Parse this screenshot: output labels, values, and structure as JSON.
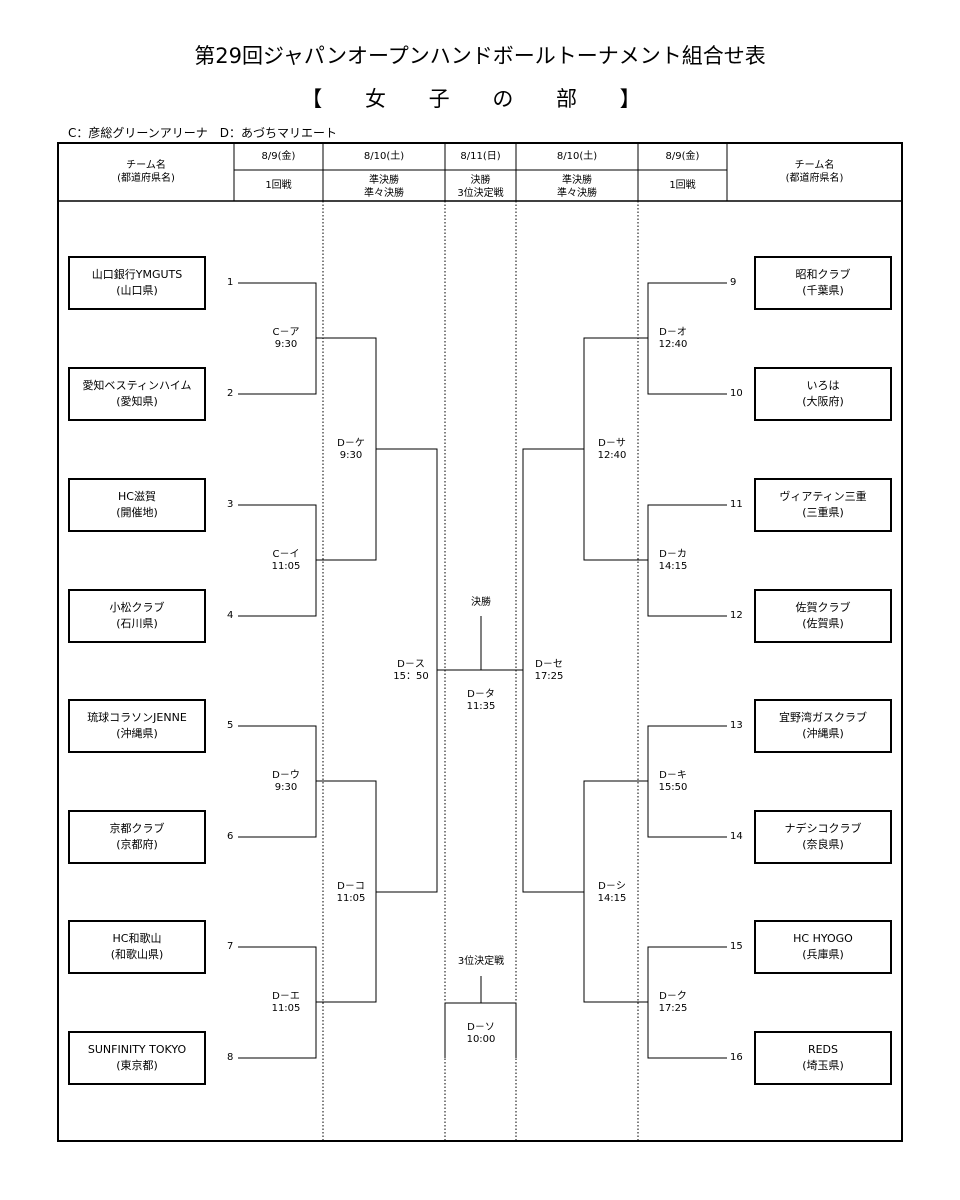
{
  "header": {
    "title": "第29回ジャパンオープンハンドボールトーナメント組合せ表",
    "subtitle": "【 女 子 の 部 】",
    "venues": "C：彦総グリーンアリーナ　D：あづちマリエート"
  },
  "columns": {
    "team_label": "チーム名",
    "pref_label": "(都道府県名)",
    "r1_date": "8/9(金)",
    "r1_name": "1回戦",
    "qf_date": "8/10(土)",
    "qf_name1": "準決勝",
    "qf_name2": "準々決勝",
    "final_date": "8/11(日)",
    "final_name1": "決勝",
    "final_name2": "3位決定戦"
  },
  "left_teams": [
    {
      "seed": "1",
      "name": "山口銀行YMGUTS",
      "pref": "(山口県)"
    },
    {
      "seed": "2",
      "name": "愛知ベスティンハイム",
      "pref": "(愛知県)"
    },
    {
      "seed": "3",
      "name": "HC滋賀",
      "pref": "(開催地)"
    },
    {
      "seed": "4",
      "name": "小松クラブ",
      "pref": "(石川県)"
    },
    {
      "seed": "5",
      "name": "琉球コラソンJENNE",
      "pref": "(沖縄県)"
    },
    {
      "seed": "6",
      "name": "京都クラブ",
      "pref": "(京都府)"
    },
    {
      "seed": "7",
      "name": "HC和歌山",
      "pref": "(和歌山県)"
    },
    {
      "seed": "8",
      "name": "SUNFINITY TOKYO",
      "pref": "(東京都)"
    }
  ],
  "right_teams": [
    {
      "seed": "9",
      "name": "昭和クラブ",
      "pref": "(千葉県)"
    },
    {
      "seed": "10",
      "name": "いろは",
      "pref": "(大阪府)"
    },
    {
      "seed": "11",
      "name": "ヴィアティン三重",
      "pref": "(三重県)"
    },
    {
      "seed": "12",
      "name": "佐賀クラブ",
      "pref": "(佐賀県)"
    },
    {
      "seed": "13",
      "name": "宜野湾ガスクラブ",
      "pref": "(沖縄県)"
    },
    {
      "seed": "14",
      "name": "ナデシコクラブ",
      "pref": "(奈良県)"
    },
    {
      "seed": "15",
      "name": "HC HYOGO",
      "pref": "(兵庫県)"
    },
    {
      "seed": "16",
      "name": "REDS",
      "pref": "(埼玉県)"
    }
  ],
  "matches": {
    "l_r1": [
      {
        "code": "C－ア",
        "time": "9:30"
      },
      {
        "code": "C－イ",
        "time": "11:05"
      },
      {
        "code": "D－ウ",
        "time": "9:30"
      },
      {
        "code": "D－エ",
        "time": "11:05"
      }
    ],
    "r_r1": [
      {
        "code": "D－オ",
        "time": "12:40"
      },
      {
        "code": "D－カ",
        "time": "14:15"
      },
      {
        "code": "D－キ",
        "time": "15:50"
      },
      {
        "code": "D－ク",
        "time": "17:25"
      }
    ],
    "l_qf": [
      {
        "code": "D－ケ",
        "time": "9:30"
      },
      {
        "code": "D－コ",
        "time": "11:05"
      }
    ],
    "r_qf": [
      {
        "code": "D－サ",
        "time": "12:40"
      },
      {
        "code": "D－シ",
        "time": "14:15"
      }
    ],
    "l_sf": {
      "code": "D－ス",
      "time": "15：50"
    },
    "r_sf": {
      "code": "D－セ",
      "time": "17:25"
    },
    "final": {
      "title": "決勝",
      "code": "D－タ",
      "time": "11:35"
    },
    "third": {
      "title": "3位決定戦",
      "code": "D－ソ",
      "time": "10:00"
    }
  }
}
